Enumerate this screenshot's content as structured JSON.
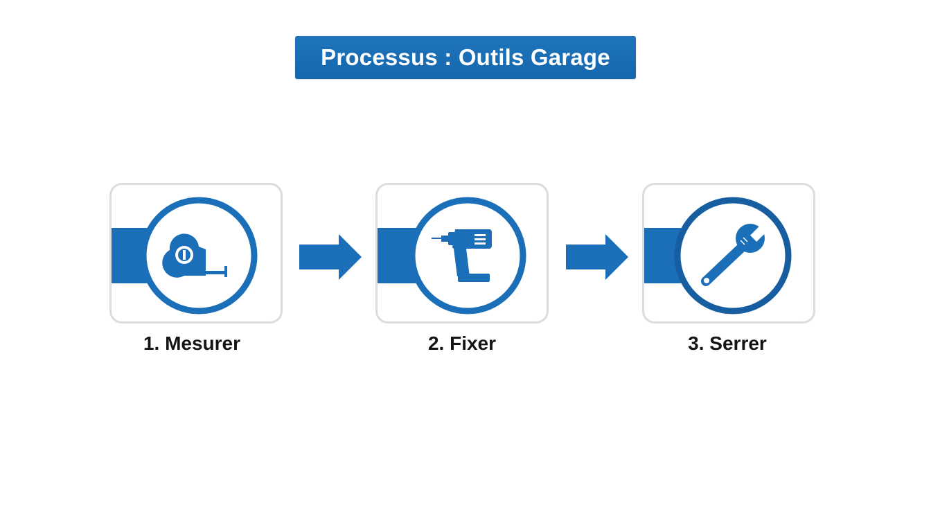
{
  "title": "Processus : Outils Garage",
  "colors": {
    "primary_blue": "#1a6fb8",
    "dark_blue": "#175ea1",
    "card_border": "#dcdcdc",
    "label_text": "#141414"
  },
  "steps": [
    {
      "label": "1. Mesurer",
      "icon": "tape-measure-icon"
    },
    {
      "label": "2. Fixer",
      "icon": "drill-icon"
    },
    {
      "label": "3. Serrer",
      "icon": "wrench-icon"
    }
  ],
  "connectors": [
    "arrow-right-icon",
    "arrow-right-icon"
  ]
}
